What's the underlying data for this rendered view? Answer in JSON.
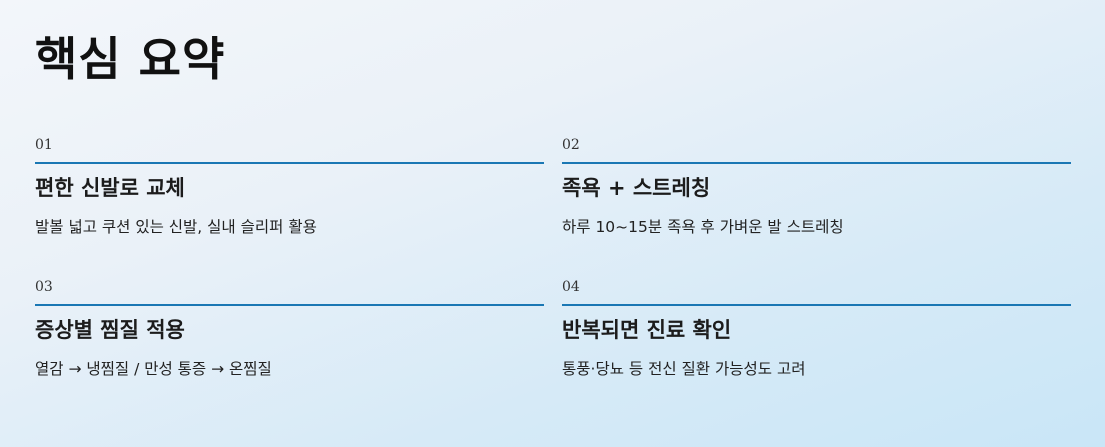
{
  "title": "핵심 요약",
  "cards": [
    {
      "number": "01",
      "heading": "편한 신발로 교체",
      "description": "발볼 넓고 쿠션 있는 신발, 실내 슬리퍼 활용"
    },
    {
      "number": "02",
      "heading": "족욕 + 스트레칭",
      "description": "하루 10~15분 족욕 후 가벼운 발 스트레칭"
    },
    {
      "number": "03",
      "heading": "증상별 찜질 적용",
      "description": "열감 → 냉찜질 / 만성 통증 → 온찜질"
    },
    {
      "number": "04",
      "heading": "반복되면 진료 확인",
      "description": "통풍·당뇨 등 전신 질환 가능성도 고려"
    }
  ],
  "colors": {
    "accent_rule": "#1a77b4",
    "title_text": "#111111"
  }
}
